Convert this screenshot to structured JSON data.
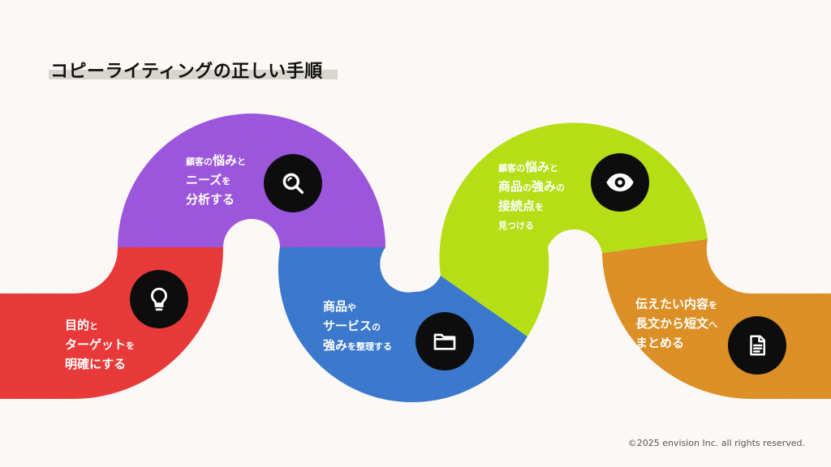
{
  "title": "コピーライティングの正しい手順",
  "colors": {
    "background": "#fcf8f5",
    "step1": "#f23e3e",
    "step2": "#a35be6",
    "step3": "#3f7fd6",
    "step4": "#bde81a",
    "step5": "#e5962c",
    "icon_bg": "#0d0d0d"
  },
  "steps": [
    {
      "icon": "lightbulb-icon",
      "lines": [
        [
          "目的",
          "と"
        ],
        [
          "ターゲット",
          "を"
        ],
        [
          "明確にする",
          ""
        ]
      ]
    },
    {
      "icon": "search-icon",
      "lines": [
        [
          "顧客の",
          ""
        ],
        [
          "悩み",
          ""
        ],
        [
          "と",
          ""
        ],
        [
          "ニーズ",
          ""
        ],
        [
          "を",
          ""
        ],
        [
          "分析する",
          ""
        ]
      ]
    },
    {
      "icon": "folder-icon",
      "lines": [
        [
          "商品",
          "や"
        ],
        [
          "サービス",
          "の"
        ],
        [
          "強み",
          ""
        ],
        [
          "を整理する",
          ""
        ]
      ]
    },
    {
      "icon": "eye-icon",
      "lines": [
        [
          "顧客",
          ""
        ],
        [
          "の",
          ""
        ],
        [
          "悩み",
          ""
        ],
        [
          "と",
          ""
        ],
        [
          "商品",
          ""
        ],
        [
          "の",
          ""
        ],
        [
          "強み",
          ""
        ],
        [
          "の",
          ""
        ],
        [
          "接続点",
          ""
        ],
        [
          "を",
          ""
        ],
        [
          "見つける",
          ""
        ]
      ]
    },
    {
      "icon": "document-icon",
      "lines": [
        [
          "伝えたい内容",
          "を"
        ],
        [
          "長文から短文",
          "へ"
        ],
        [
          "まとめる",
          ""
        ]
      ]
    }
  ],
  "copyright": "©2025 envision Inc. all rights reserved."
}
